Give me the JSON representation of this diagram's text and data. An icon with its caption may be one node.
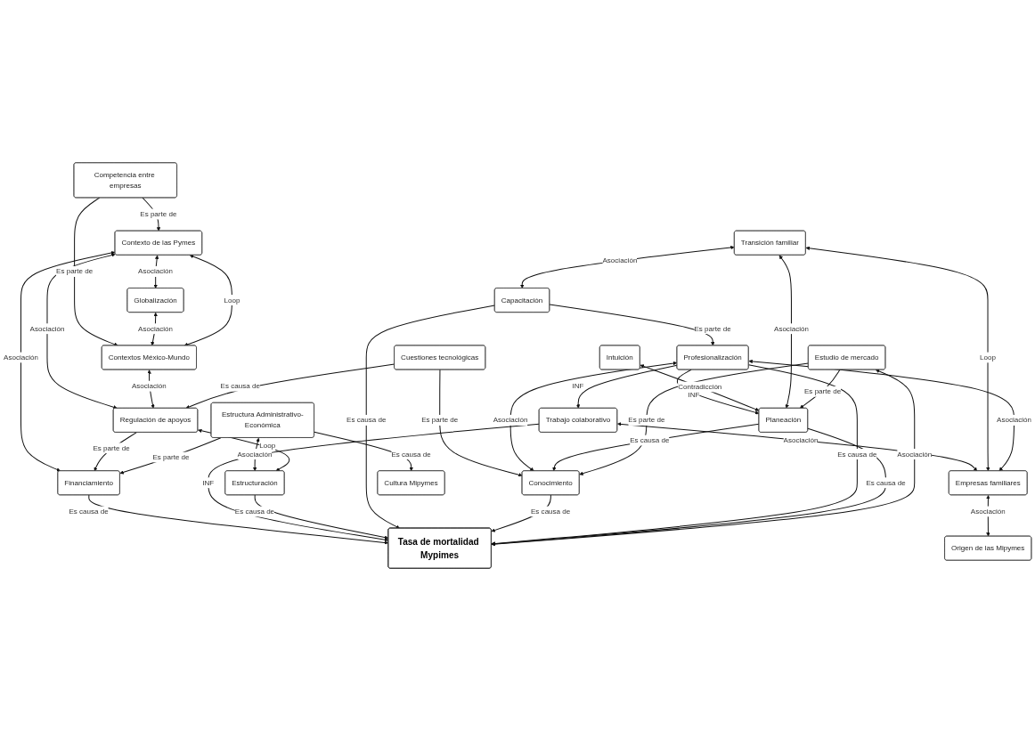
{
  "diagram": {
    "nodes": [
      {
        "text": [
          "Estudio de mercado"
        ]
      },
      {
        "text": [
          "Transición familiar"
        ]
      },
      {
        "text": [
          "Tasa de mortalidad Mypimes"
        ]
      },
      {
        "text": [
          "Intuición"
        ]
      },
      {
        "text": [
          "Profesionalización"
        ]
      },
      {
        "text": [
          "Planeación"
        ]
      },
      {
        "text": [
          "Conocimiento"
        ]
      },
      {
        "text": [
          "Globalización"
        ]
      },
      {
        "text": [
          "Financiamiento"
        ]
      },
      {
        "text": [
          "Trabajo colaborativo"
        ]
      },
      {
        "text": [
          "Empresas familiares"
        ]
      },
      {
        "text": [
          "Contexto de las Pymes"
        ]
      },
      {
        "text": [
          "Contextos México-Mundo"
        ]
      },
      {
        "text": [
          "Regulación de apoyos"
        ]
      },
      {
        "text": [
          "Capacitación"
        ]
      },
      {
        "text": [
          "Origen de las Mipymes"
        ]
      },
      {
        "text": [
          "Competencia entre empresas"
        ]
      },
      {
        "text": [
          "Estructura Administrativo-Económica"
        ]
      },
      {
        "text": [
          "Cuestiones tecnológicas"
        ]
      },
      {
        "text": [
          "Estructuración"
        ]
      },
      {
        "text": [
          "Cultura Mipymes"
        ]
      }
    ],
    "edges": [
      {
        "from": 0,
        "to": 2,
        "arrow": "both",
        "label": "Asociación"
      },
      {
        "from": 0,
        "to": 5,
        "arrow": "to",
        "label": "Es parte de"
      },
      {
        "from": 0,
        "to": 6,
        "arrow": "to",
        "label": "Es parte de"
      },
      {
        "from": 1,
        "to": 5,
        "arrow": "both",
        "label": "Asociación"
      },
      {
        "from": 3,
        "to": 5,
        "arrow": "both",
        "label": "Contradicción"
      },
      {
        "from": 5,
        "to": 2,
        "arrow": "to",
        "label": "Es causa de"
      },
      {
        "from": 4,
        "to": 2,
        "arrow": "to",
        "label": "Es causa de"
      },
      {
        "from": 4,
        "to": 5,
        "arrow": "to",
        "label": "INF"
      },
      {
        "from": 5,
        "to": 6,
        "arrow": "to",
        "label": "Es causa de"
      },
      {
        "from": 6,
        "to": 2,
        "arrow": "to",
        "label": "Es causa de"
      },
      {
        "from": 4,
        "to": 6,
        "arrow": "both",
        "label": "Asociación"
      },
      {
        "from": 4,
        "to": 9,
        "arrow": "to",
        "label": "INF"
      },
      {
        "from": 14,
        "to": 4,
        "arrow": "to",
        "label": "Es parte de"
      },
      {
        "from": 4,
        "to": 10,
        "arrow": "both",
        "label": "Asociación"
      },
      {
        "from": 1,
        "to": 10,
        "arrow": "both",
        "label": "Loop"
      },
      {
        "from": 1,
        "to": 14,
        "arrow": "both",
        "label": "Asociación"
      },
      {
        "from": 14,
        "to": 2,
        "arrow": "to",
        "label": "Es causa de"
      },
      {
        "from": 19,
        "to": 2,
        "arrow": "to",
        "label": "Es causa de"
      },
      {
        "from": 9,
        "to": 2,
        "arrow": "to",
        "label": "INF"
      },
      {
        "from": 8,
        "to": 2,
        "arrow": "to",
        "label": "Es causa de"
      },
      {
        "from": 9,
        "to": 10,
        "arrow": "both",
        "label": "Asociación"
      },
      {
        "from": 10,
        "to": 15,
        "arrow": "both",
        "label": "Asociación"
      },
      {
        "from": 18,
        "to": 6,
        "arrow": "to",
        "label": "Es parte de"
      },
      {
        "from": 18,
        "to": 13,
        "arrow": "to",
        "label": "Es causa de"
      },
      {
        "from": 13,
        "to": 19,
        "arrow": "both",
        "label": "Loop"
      },
      {
        "from": 17,
        "to": 19,
        "arrow": "both",
        "label": "Asociación"
      },
      {
        "from": 17,
        "to": 20,
        "arrow": "to",
        "label": "Es causa de"
      },
      {
        "from": 17,
        "to": 8,
        "arrow": "to",
        "label": "Es parte de"
      },
      {
        "from": 13,
        "to": 8,
        "arrow": "to",
        "label": "Es parte de"
      },
      {
        "from": 12,
        "to": 13,
        "arrow": "both",
        "label": "Asociación"
      },
      {
        "from": 11,
        "to": 13,
        "arrow": "both",
        "label": "Asociación"
      },
      {
        "from": 11,
        "to": 12,
        "arrow": "both",
        "label": "Loop"
      },
      {
        "from": 11,
        "to": 7,
        "arrow": "both",
        "label": "Asociación"
      },
      {
        "from": 11,
        "to": 8,
        "arrow": "both",
        "label": "Asociación"
      },
      {
        "from": 7,
        "to": 12,
        "arrow": "both",
        "label": "Asociación"
      },
      {
        "from": 16,
        "to": 11,
        "arrow": "to",
        "label": "Es parte de"
      },
      {
        "from": 16,
        "to": 12,
        "arrow": "to",
        "label": "Es parte de"
      }
    ]
  }
}
